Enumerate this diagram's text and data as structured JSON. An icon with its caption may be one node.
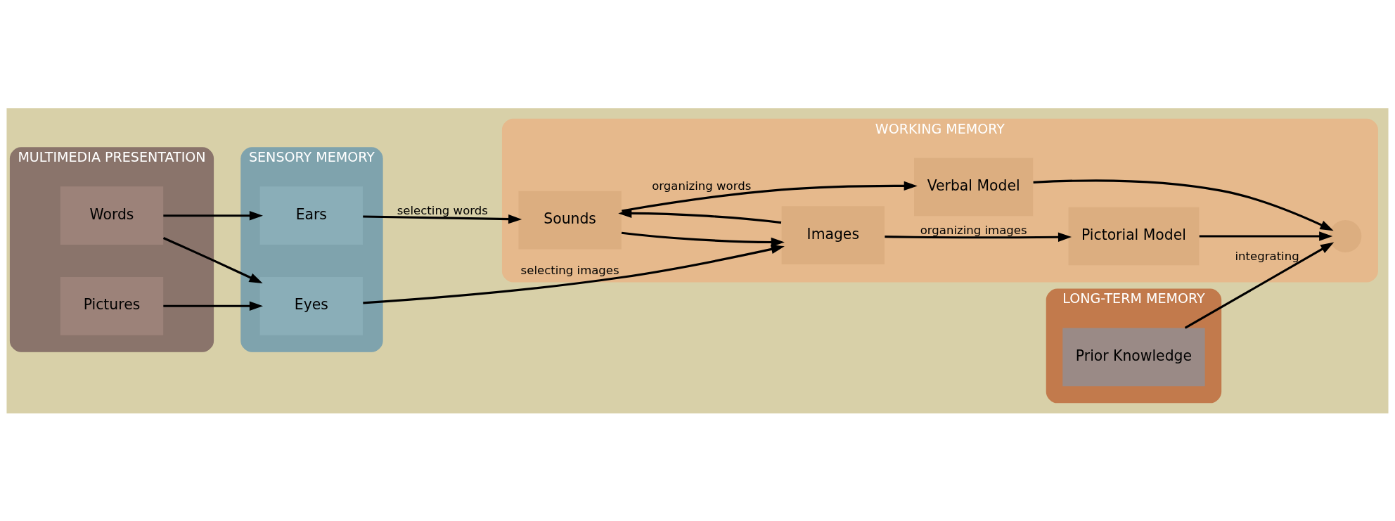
{
  "diagram": {
    "nodes": [
      {
        "text": [
          "MULTIMEDIA PRESENTATION"
        ]
      },
      {
        "text": [
          "Words"
        ],
        "in": 0
      },
      {
        "text": [
          "Pictures"
        ],
        "in": 0
      },
      {
        "text": [
          "SENSORY MEMORY"
        ]
      },
      {
        "text": [
          "Ears"
        ],
        "in": 3
      },
      {
        "text": [
          "Eyes"
        ],
        "in": 3
      },
      {
        "text": [
          "WORKING MEMORY"
        ]
      },
      {
        "text": [
          "Sounds"
        ],
        "in": 6
      },
      {
        "text": [
          "Images"
        ],
        "in": 6
      },
      {
        "text": [
          "Verbal Model"
        ],
        "in": 6
      },
      {
        "text": [
          "Pictorial Model"
        ],
        "in": 6
      },
      {
        "text": [],
        "shape": "circle",
        "in": 6
      },
      {
        "text": [
          "LONG-TERM MEMORY"
        ]
      },
      {
        "text": [
          "Prior Knowledge"
        ],
        "in": 12
      }
    ],
    "edges": [
      {
        "from": 1,
        "to": 4,
        "arrow": "to"
      },
      {
        "from": 1,
        "to": 5,
        "arrow": "to"
      },
      {
        "from": 2,
        "to": 5,
        "arrow": "to"
      },
      {
        "from": 4,
        "to": 7,
        "arrow": "to",
        "label": "selecting words"
      },
      {
        "from": 5,
        "to": 8,
        "arrow": "to",
        "label": "selecting images"
      },
      {
        "from": 7,
        "to": 8,
        "arrow": "to"
      },
      {
        "from": 8,
        "to": 7,
        "arrow": "to"
      },
      {
        "from": 7,
        "to": 9,
        "arrow": "to",
        "label": "organizing words"
      },
      {
        "from": 8,
        "to": 10,
        "arrow": "to",
        "label": "organizing images"
      },
      {
        "from": 9,
        "to": 11,
        "arrow": "to"
      },
      {
        "from": 10,
        "to": 11,
        "arrow": "to"
      },
      {
        "from": 13,
        "to": 11,
        "arrow": "to",
        "label": "integrating"
      }
    ]
  }
}
